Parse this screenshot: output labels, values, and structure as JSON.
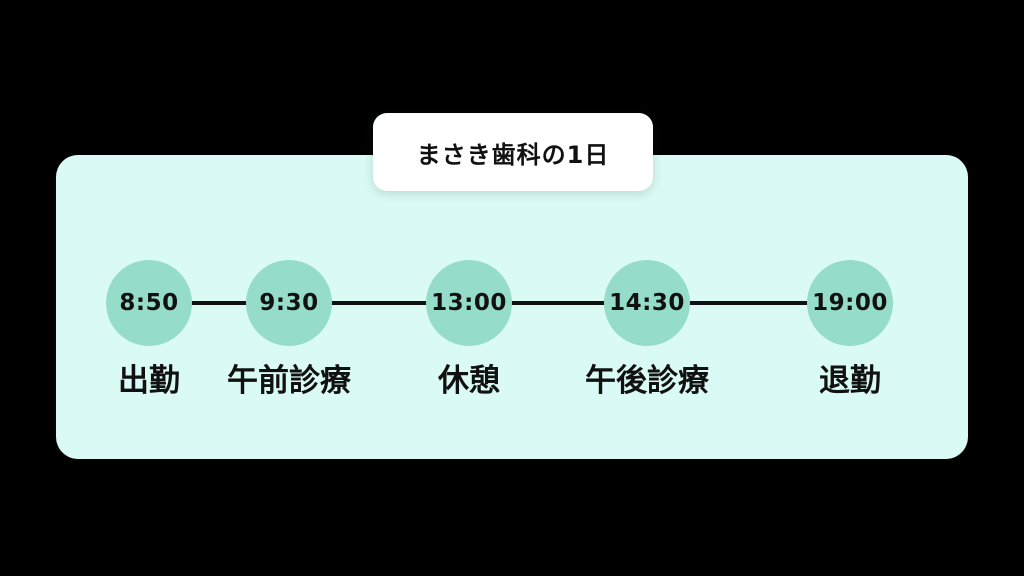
{
  "title": {
    "text": "まさき歯科の1日"
  },
  "timeline": {
    "stations": [
      {
        "time": "8:50",
        "label": "出勤"
      },
      {
        "time": "9:30",
        "label": "午前診療"
      },
      {
        "time": "13:00",
        "label": "休憩"
      },
      {
        "time": "14:30",
        "label": "午後診療"
      },
      {
        "time": "19:00",
        "label": "退勤"
      }
    ]
  },
  "colors": {
    "page_background": "#000000",
    "panel_background": "#dafbf5",
    "title_background": "#ffffff",
    "circle_fill": "#96dcca",
    "line": "#111111",
    "text": "#111111"
  }
}
